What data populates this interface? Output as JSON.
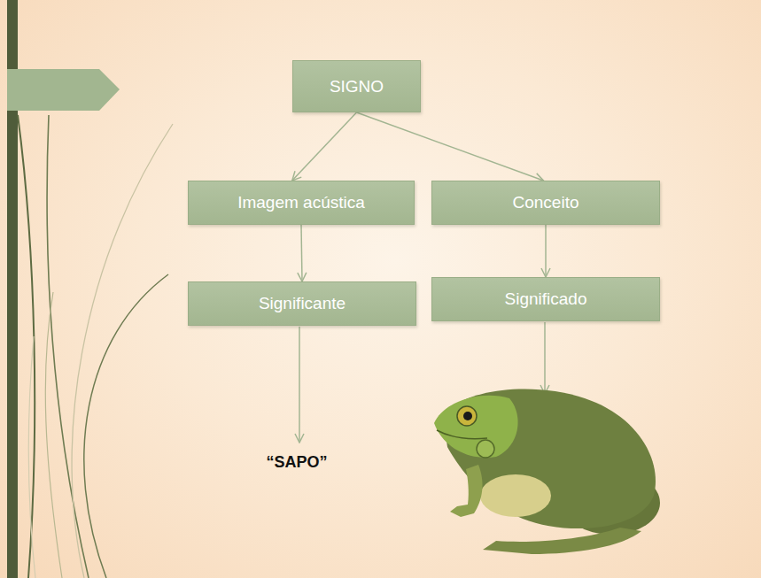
{
  "diagram": {
    "nodes": [
      {
        "text": [
          "SIGNO"
        ]
      },
      {
        "text": [
          "Imagem acústica"
        ]
      },
      {
        "text": [
          "Conceito"
        ]
      },
      {
        "text": [
          "Significante"
        ]
      },
      {
        "text": [
          "Significado"
        ]
      }
    ],
    "edges": [
      {
        "from": 0,
        "to": 1,
        "arrow": "to"
      },
      {
        "from": 0,
        "to": 2,
        "arrow": "to"
      },
      {
        "from": 1,
        "to": 3,
        "arrow": "to"
      },
      {
        "from": 2,
        "to": 4,
        "arrow": "to"
      }
    ],
    "labels": [
      "“SAPO”"
    ]
  }
}
